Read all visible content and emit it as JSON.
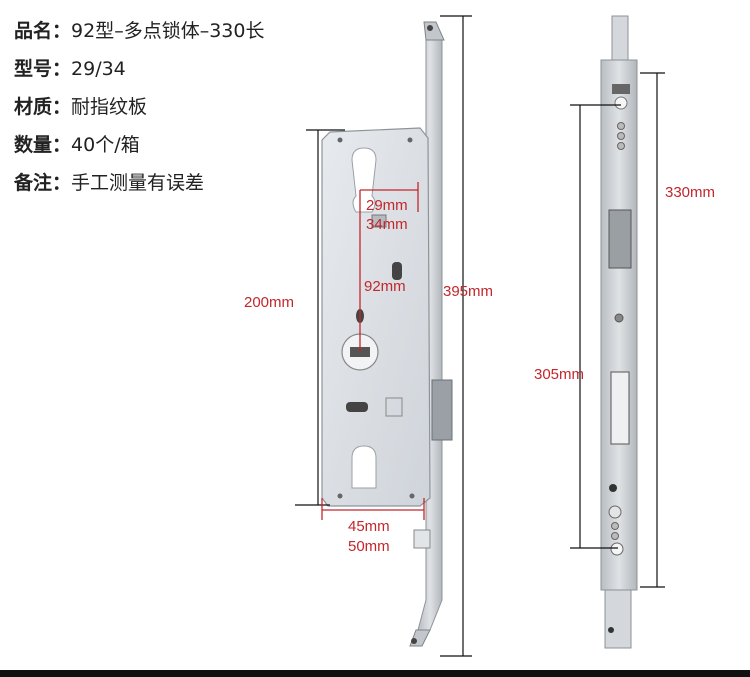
{
  "specs": [
    {
      "key": "品名：",
      "value": "92型–多点锁体–330长"
    },
    {
      "key": "型号：",
      "value": "29/34"
    },
    {
      "key": "材质：",
      "value": "耐指纹板"
    },
    {
      "key": "数量：",
      "value": "40个/箱"
    },
    {
      "key": "备注：",
      "value": "手工测量有误差"
    }
  ],
  "dimensions": {
    "total_length": "395mm",
    "body_height": "200mm",
    "backset_a": "29mm",
    "backset_b": "34mm",
    "center_distance": "92mm",
    "width_a": "45mm",
    "width_b": "50mm",
    "faceplate_length": "330mm",
    "faceplate_span": "305mm"
  },
  "colors": {
    "dimension": "#c1272d",
    "lock_body": "#d9dde2",
    "faceplate": "#c7cbcf"
  }
}
